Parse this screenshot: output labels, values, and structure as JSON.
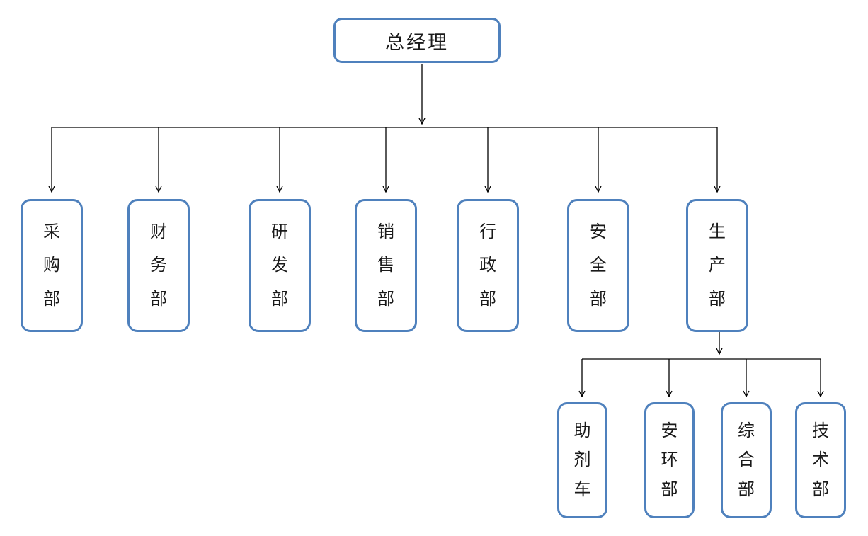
{
  "title": {
    "label": "总经理"
  },
  "departments": [
    {
      "label": "采购部"
    },
    {
      "label": "财务部"
    },
    {
      "label": "研发部"
    },
    {
      "label": "销售部"
    },
    {
      "label": "行政部"
    },
    {
      "label": "安全部"
    },
    {
      "label": "生产部"
    }
  ],
  "production_subdepartments": [
    {
      "label": "助剂车"
    },
    {
      "label": "安环部"
    },
    {
      "label": "综合部"
    },
    {
      "label": "技术部"
    }
  ],
  "colors": {
    "box_border": "#4F81BD",
    "connector": "#000000",
    "text": "#1a1a1a",
    "background": "#ffffff"
  }
}
